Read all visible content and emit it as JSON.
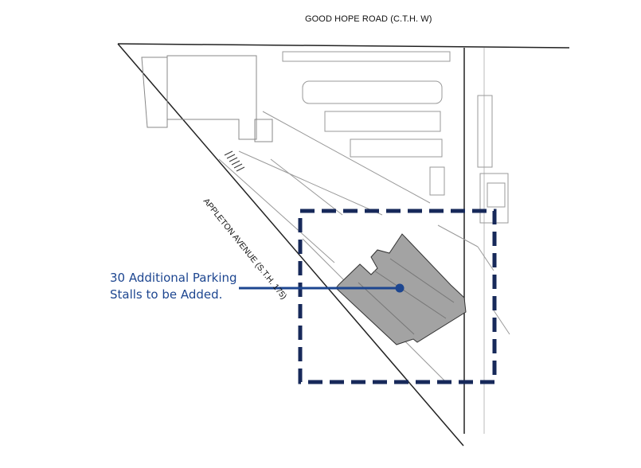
{
  "roads": {
    "north": "GOOD HOPE ROAD (C.T.H. W)",
    "southwest": "APPLETON AVENUE (S.T.H. 175)"
  },
  "callout": {
    "line1": "30 Additional Parking",
    "line2": "Stalls to be Added."
  },
  "colors": {
    "callout": "#1d4690",
    "boundary_box": "#17295a",
    "new_parking_fill": "#a3a3a3"
  }
}
